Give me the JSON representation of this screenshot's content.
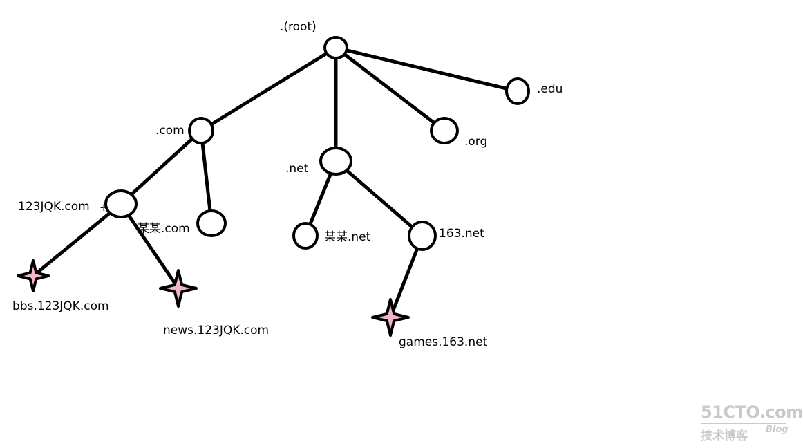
{
  "diagram": {
    "nodes": [
      {
        "id": "root",
        "label": ".(root)",
        "shape": "circle"
      },
      {
        "id": "com",
        "label": ".com",
        "shape": "circle"
      },
      {
        "id": "net",
        "label": ".net",
        "shape": "circle"
      },
      {
        "id": "org",
        "label": ".org",
        "shape": "circle"
      },
      {
        "id": "edu",
        "label": ".edu",
        "shape": "circle"
      },
      {
        "id": "jqk",
        "label": "123JQK.com",
        "shape": "circle"
      },
      {
        "id": "moucom",
        "label": "某某.com",
        "shape": "circle"
      },
      {
        "id": "mounet",
        "label": "某某.net",
        "shape": "circle"
      },
      {
        "id": "n163",
        "label": "163.net",
        "shape": "circle"
      },
      {
        "id": "bbs",
        "label": "bbs.123JQK.com",
        "shape": "star"
      },
      {
        "id": "news",
        "label": "news.123JQK.com",
        "shape": "star"
      },
      {
        "id": "games",
        "label": "games.163.net",
        "shape": "star"
      }
    ],
    "edges": [
      [
        "root",
        "com"
      ],
      [
        "root",
        "net"
      ],
      [
        "root",
        "org"
      ],
      [
        "root",
        "edu"
      ],
      [
        "com",
        "jqk"
      ],
      [
        "com",
        "moucom"
      ],
      [
        "net",
        "mounet"
      ],
      [
        "net",
        "n163"
      ],
      [
        "jqk",
        "bbs"
      ],
      [
        "jqk",
        "news"
      ],
      [
        "n163",
        "games"
      ]
    ],
    "colors": {
      "line": "#000000",
      "star_fill": "#f3b6c8"
    }
  },
  "watermark": {
    "site": "51CTO.com",
    "subtitle": "技术博客",
    "tag": "Blog"
  }
}
